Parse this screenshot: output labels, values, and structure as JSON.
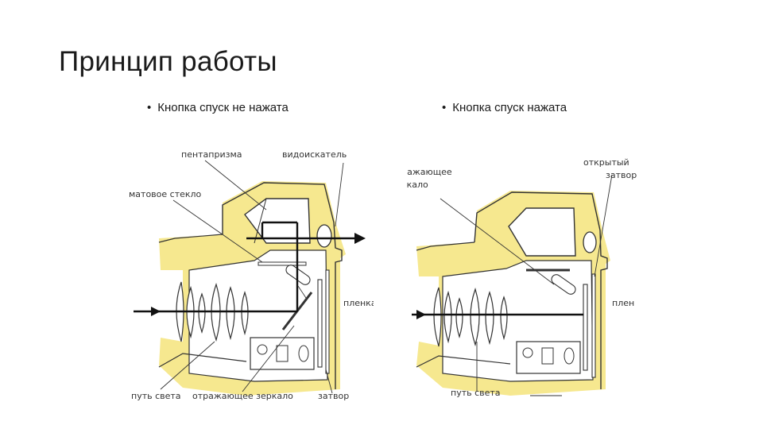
{
  "slide": {
    "title": "Принцип работы"
  },
  "bullets": {
    "left": "Кнопка спуск не нажата",
    "right": "Кнопка спуск нажата"
  },
  "labels_left": {
    "pentaprism": "пентапризма",
    "viewfinder": "видоискатель",
    "matte_glass": "матовое стекло",
    "film": "пленка",
    "light_path": "путь света",
    "mirror": "отражающее зеркало",
    "shutter": "затвор"
  },
  "labels_right": {
    "mirror_line1": "отражающее",
    "mirror_line2": "зеркало",
    "shutter_line1": "открытый",
    "shutter_line2": "затвор",
    "film": "плен",
    "light_path": "путь света"
  },
  "colors": {
    "body_fill": "#f6e88f",
    "outline": "#333333",
    "ray": "#111111"
  }
}
